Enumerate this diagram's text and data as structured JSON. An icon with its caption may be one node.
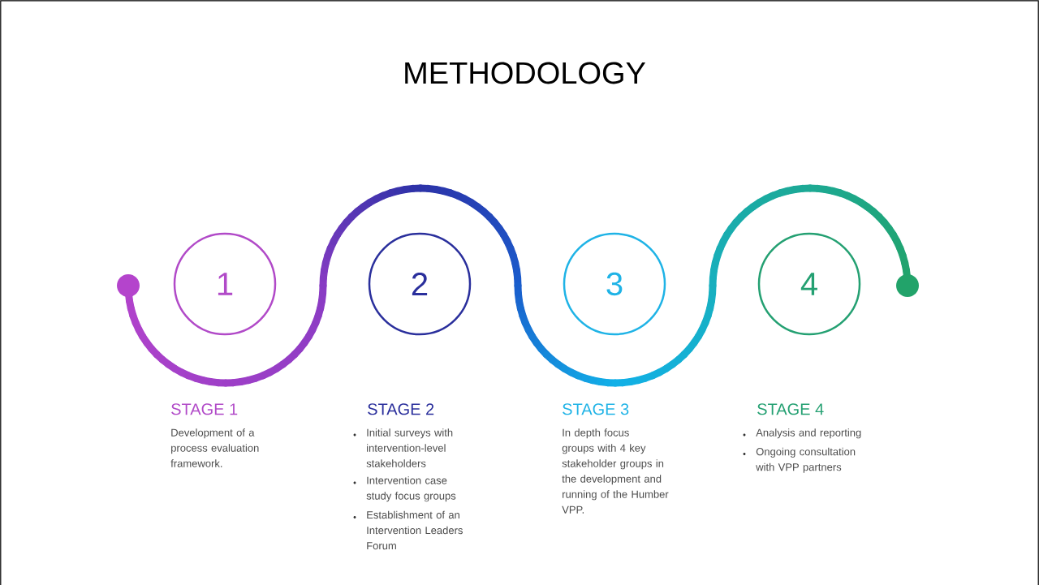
{
  "diagram": {
    "title": "METHODOLOGY",
    "nodes": [
      {
        "text": [
          "1"
        ],
        "beside": [
          "STAGE 1",
          "Development of a process evaluation framework."
        ]
      },
      {
        "text": [
          "2"
        ],
        "beside": [
          "STAGE 2",
          "Initial surveys with intervention-level stakeholders",
          "Intervention case study focus groups",
          "Establishment of an Intervention Leaders Forum"
        ]
      },
      {
        "text": [
          "3"
        ],
        "beside": [
          "STAGE 3",
          "In depth focus groups with 4 key stakeholder groups in the development and running of the Humber VPP."
        ]
      },
      {
        "text": [
          "4"
        ],
        "beside": [
          "STAGE 4",
          "Analysis and reporting",
          "Ongoing consultation with VPP partners"
        ]
      }
    ]
  }
}
